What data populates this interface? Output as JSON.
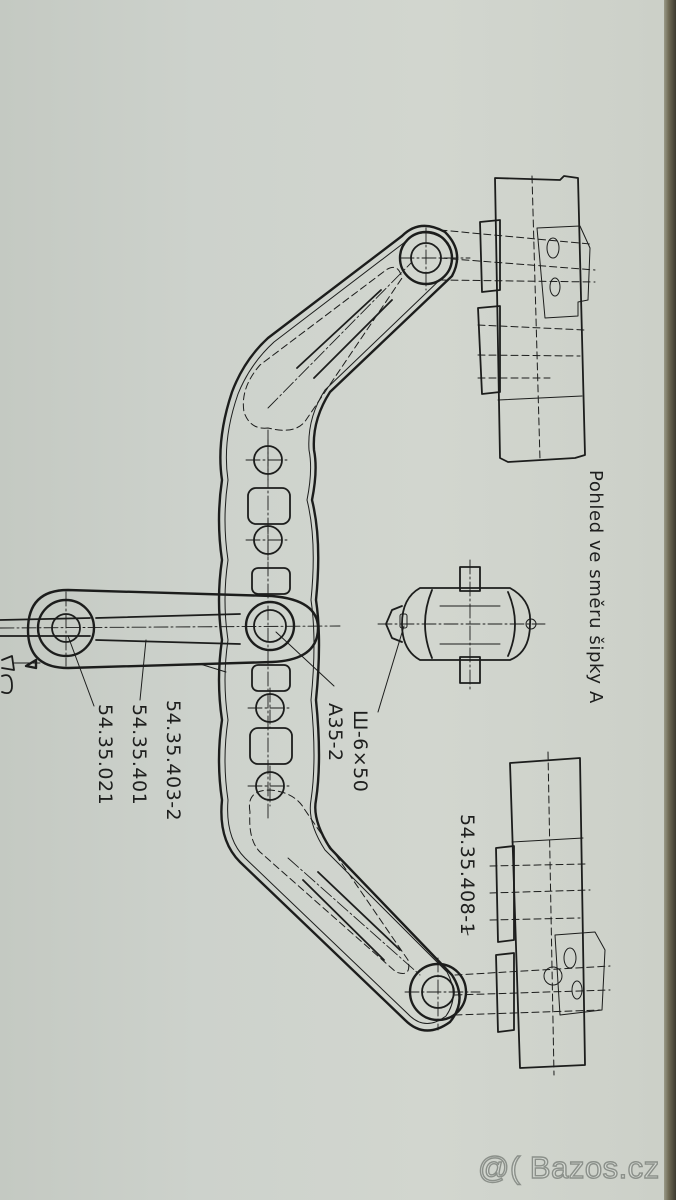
{
  "drawing": {
    "caption": "Pohled ve směru šipky A",
    "part_labels": {
      "center_pin": "A35-2",
      "cylinder_pin": "Ш-6×50",
      "crossbeam": "54.35.403-2",
      "link": "54.35.401",
      "pin": "54.35.021",
      "bracket": "54.35.408-1"
    },
    "partial_label": "0"
  },
  "watermark": {
    "text": "@( Bazos.cz"
  },
  "colors": {
    "ink": "#1c1d1c",
    "paper": "#cdd2cc",
    "watermark_outline": "#8b908a"
  }
}
